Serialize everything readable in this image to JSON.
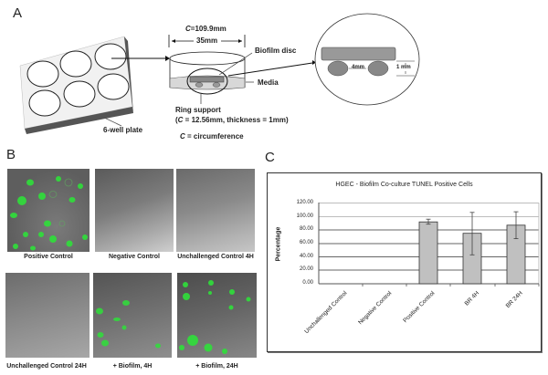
{
  "panels": {
    "a": {
      "letter": "A"
    },
    "b": {
      "letter": "B"
    },
    "c": {
      "letter": "C"
    }
  },
  "diagram": {
    "plate_label": "6-well plate",
    "dish_circumference": "=109.9mm",
    "dish_c_symbol": "C",
    "dish_diameter": "35mm",
    "biofilm_disc_label": "Biofilm disc",
    "media_label": "Media",
    "ring_support_label": "Ring support",
    "ring_support_detail_prefix": "(",
    "ring_support_detail": " = 12.56mm, thickness = 1mm)",
    "circumference_legend": " = circumference",
    "gap_label": "4mm",
    "height_label": "1 mm"
  },
  "micrographs": [
    {
      "caption": "Positive Control",
      "green": true
    },
    {
      "caption": "Negative Control",
      "green": false
    },
    {
      "caption": "Unchallenged Control 4H",
      "green": false
    },
    {
      "caption": "Unchallenged Control 24H",
      "green": false
    },
    {
      "caption": "+ Biofilm, 4H",
      "green": true
    },
    {
      "caption": "+ Biofilm, 24H",
      "green": true
    }
  ],
  "chart_data": {
    "type": "bar",
    "title": "HGEC - Biofilm Co-culture TUNEL Positive Cells",
    "xlabel": "",
    "ylabel": "Percentage",
    "categories": [
      "Unchallenged Control",
      "Negative Control",
      "Positive Control",
      "BR 4H",
      "BR 24H"
    ],
    "values": [
      0,
      0,
      92,
      75,
      87
    ],
    "error_bars": [
      {
        "low": 0,
        "high": 0
      },
      {
        "low": 0,
        "high": 0
      },
      {
        "low": 88.5,
        "high": 96
      },
      {
        "low": 43,
        "high": 106
      },
      {
        "low": 67,
        "high": 107
      }
    ],
    "ylim": [
      0,
      120
    ],
    "yticks": [
      "120.00",
      "100.00",
      "80.00",
      "60.00",
      "40.00",
      "20.00",
      "0.00"
    ],
    "grid": true,
    "legend": "none",
    "bar_color": "#c0c0c0"
  }
}
